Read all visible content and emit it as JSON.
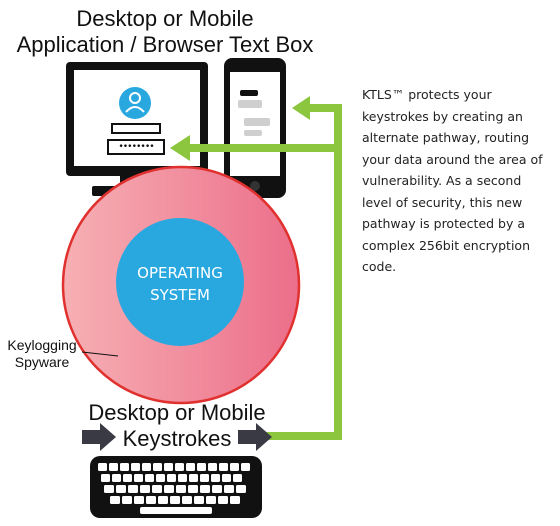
{
  "top_label": {
    "line1": "Desktop or Mobile",
    "line2": "Application / Browser Text Box"
  },
  "description": "KTLS™ protects your keystrokes by creating an alternate pathway, routing your data around the area of vulnerability. As a second level of security, this new pathway is protected by a complex 256bit encryption code.",
  "os_label": {
    "line1": "OPERATING",
    "line2": "SYSTEM"
  },
  "spyware_label": {
    "line1": "Keylogging",
    "line2": "Spyware"
  },
  "bottom_label": {
    "line1": "Desktop or Mobile",
    "line2": "Keystrokes"
  },
  "password_mask": "••••••••",
  "colors": {
    "pathway_green": "#8cc63f",
    "os_blue": "#29a8e0",
    "spyware_pink": "#f08a9a",
    "spyware_border": "#e0312f",
    "arrow_gray": "#3a3a44",
    "device_black": "#111111"
  },
  "icons": [
    "monitor-icon",
    "smartphone-icon",
    "user-avatar-icon",
    "keyboard-icon",
    "arrow-right-icon"
  ]
}
